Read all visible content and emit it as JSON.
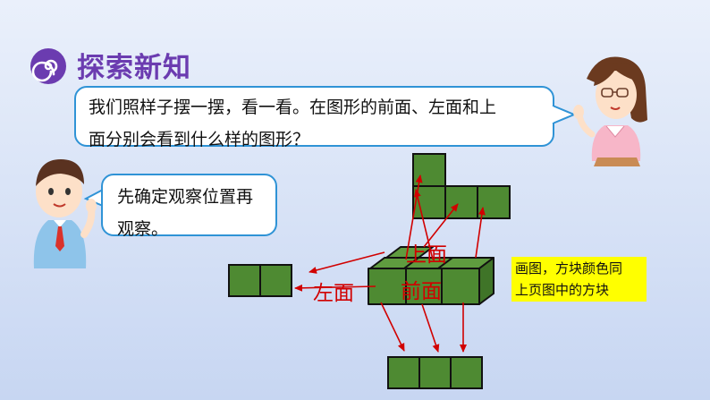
{
  "section_title": "探索新知",
  "teacher_speech": {
    "line1": "我们照样子摆一摆，看一看。在图形的前面、左面和上",
    "line2": "面分别会看到什么样的图形？"
  },
  "student_speech": {
    "line1": "先确定观察位置再",
    "line2": "观察。"
  },
  "view_labels": {
    "top": "上面",
    "front": "前面",
    "left": "左面"
  },
  "note": {
    "line1": "画图，方块颜色同",
    "line2": "上页图中的方块"
  },
  "colors": {
    "cube_green": "#4e8a32",
    "title_purple": "#6b3cb0",
    "bubble_border": "#2f93d6",
    "arrow_red": "#d10000",
    "note_yellow": "#ffff00"
  }
}
